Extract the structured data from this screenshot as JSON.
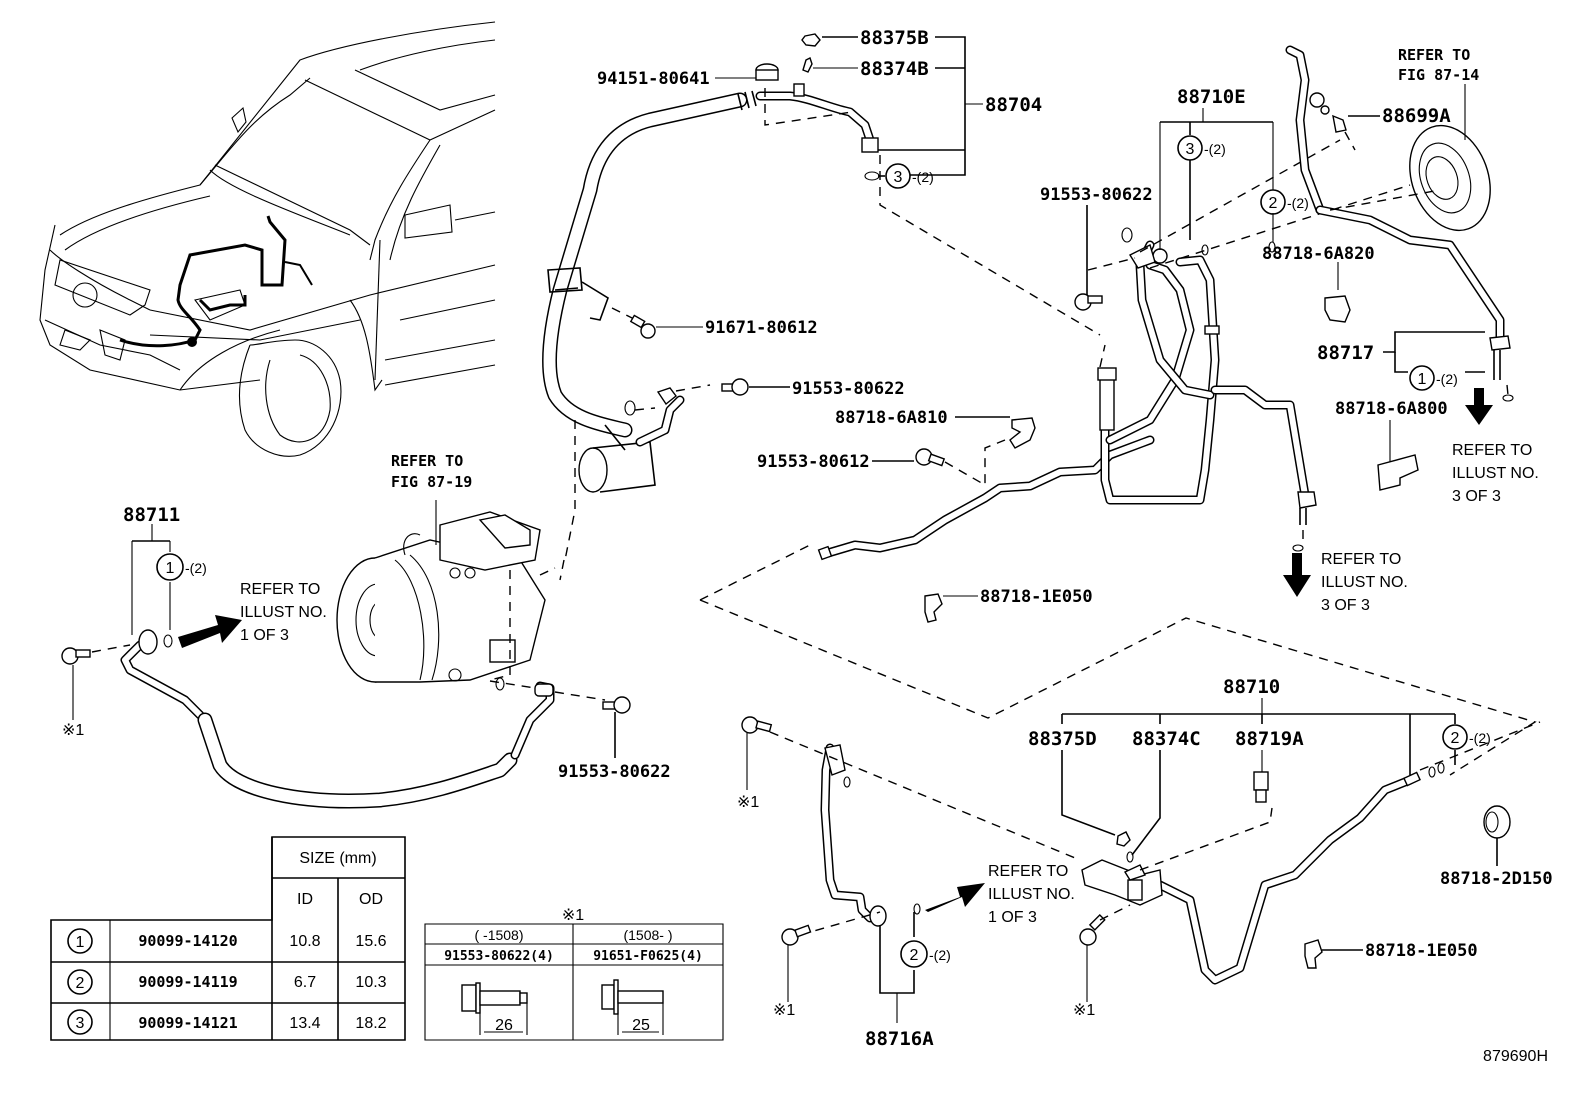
{
  "figure": {
    "id": "879690H",
    "type": "Parts diagram - air conditioner refrigerant piping"
  },
  "vehicle_illustration": {
    "label": "vehicle front view with engine harness"
  },
  "refer_notes": {
    "fig_87_14": {
      "line1": "REFER TO",
      "line2": "FIG 87-14"
    },
    "fig_87_19": {
      "line1": "REFER TO",
      "line2": "FIG 87-19"
    },
    "illust_1_of_3_a": {
      "line1": "REFER TO",
      "line2": "ILLUST NO.",
      "line3": "1 OF 3"
    },
    "illust_1_of_3_b": {
      "line1": "REFER TO",
      "line2": "ILLUST NO.",
      "line3": "1 OF 3"
    },
    "illust_3_of_3_a": {
      "line1": "REFER TO",
      "line2": "ILLUST NO.",
      "line3": "3 OF 3"
    },
    "illust_3_of_3_b": {
      "line1": "REFER TO",
      "line2": "ILLUST NO.",
      "line3": "3 OF 3"
    }
  },
  "part_labels": {
    "p88375B": "88375B",
    "p88374B": "88374B",
    "p88704": "88704",
    "p94151_80641": "94151-80641",
    "p88704_oring_num": "3",
    "p88704_oring_qty": "-(2)",
    "p88710E": "88710E",
    "p88710E_oring3_num": "3",
    "p88710E_oring3_qty": "-(2)",
    "p88710E_oring2_num": "2",
    "p88710E_oring2_qty": "-(2)",
    "p88699A": "88699A",
    "p91553_80622_top": "91553-80622",
    "p88718_6A820": "88718-6A820",
    "p88717": "88717",
    "p88717_oring_num": "1",
    "p88717_oring_qty": "-(2)",
    "p88718_6A800": "88718-6A800",
    "p91671_80612": "91671-80612",
    "p91553_80622_mid": "91553-80622",
    "p88718_6A810": "88718-6A810",
    "p91553_80612": "91553-80612",
    "p88718_1E050_mid": "88718-1E050",
    "p88711": "88711",
    "p88711_oring_num": "1",
    "p88711_oring_qty": "-(2)",
    "p91553_80622_bottom": "91553-80622",
    "mark_x1_left": "※1",
    "p88710": "88710",
    "p88375D": "88375D",
    "p88374C": "88374C",
    "p88719A": "88719A",
    "p88710_oring_num": "2",
    "p88710_oring_qty": "-(2)",
    "p88718_2D150": "88718-2D150",
    "p88718_1E050_bottom": "88718-1E050",
    "p88716A": "88716A",
    "p88716A_oring_num": "2",
    "p88716A_oring_qty": "-(2)",
    "mark_x1_a": "※1",
    "mark_x1_b": "※1",
    "mark_x1_c": "※1"
  },
  "oring_table": {
    "header_size": "SIZE (mm)",
    "header_id": "ID",
    "header_od": "OD",
    "rows": [
      {
        "key": "1",
        "part_no": "90099-14120",
        "id": "10.8",
        "od": "15.6"
      },
      {
        "key": "2",
        "part_no": "90099-14119",
        "id": "6.7",
        "od": "10.3"
      },
      {
        "key": "3",
        "part_no": "90099-14121",
        "id": "13.4",
        "od": "18.2"
      }
    ]
  },
  "bolt_table": {
    "title": "※1",
    "columns": [
      {
        "range": "(    -1508)",
        "part_no": "91553-80622(4)",
        "length": "26"
      },
      {
        "range": "(1508-    )",
        "part_no": "91651-F0625(4)",
        "length": "25"
      }
    ]
  }
}
